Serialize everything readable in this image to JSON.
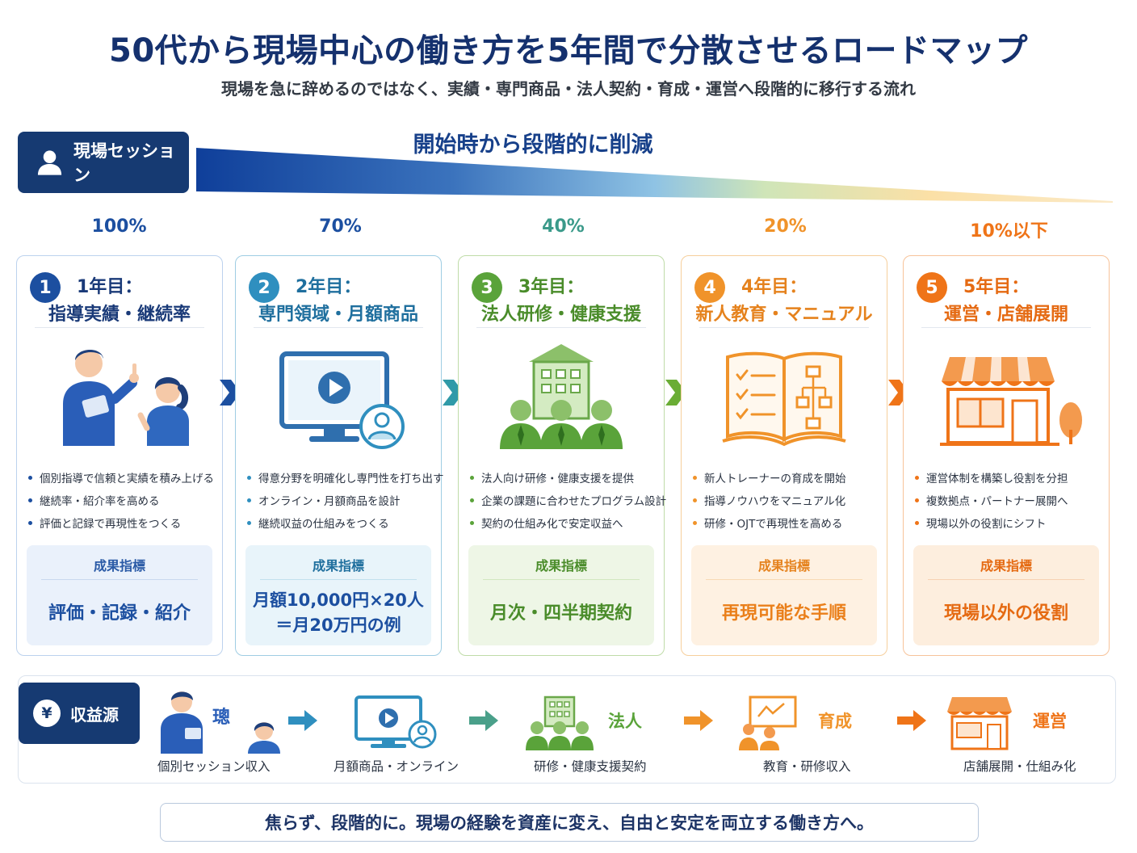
{
  "header": {
    "title": "50代から現場中心の働き方を5年間で分散させるロードマップ",
    "subtitle": "現場を急に辞めるのではなく、実績・専門商品・法人契約・育成・運営へ段階的に移行する流れ"
  },
  "session": {
    "label": "現場セッション",
    "reduction_label": "開始時から段階的に削減"
  },
  "colors": {
    "navy": "#163a72",
    "blue": "#1c4fa0",
    "teal": "#2f8fbf",
    "green": "#5aa33a",
    "orange": "#f0932a",
    "deep_orange": "#ef7418"
  },
  "stages": [
    {
      "percent": "100%",
      "number": "1",
      "year": "1年目：",
      "theme": "指導実績・継続率",
      "icon": "trainer-client-icon",
      "bullets": [
        "個別指導で信頼と実績を積み上げる",
        "継続率・紹介率を高める",
        "評価と記録で再現性をつくる"
      ],
      "kpi_label": "成果指標",
      "kpi_value": "評価・記録・紹介"
    },
    {
      "percent": "70%",
      "number": "2",
      "year": "2年目：",
      "theme": "専門領域・月額商品",
      "icon": "online-video-icon",
      "bullets": [
        "得意分野を明確化し専門性を打ち出す",
        "オンライン・月額商品を設計",
        "継続収益の仕組みをつくる"
      ],
      "kpi_label": "成果指標",
      "kpi_value": "月額10,000円×20人\n＝月20万円の例"
    },
    {
      "percent": "40%",
      "number": "3",
      "year": "3年目：",
      "theme": "法人研修・健康支援",
      "icon": "corporate-building-icon",
      "bullets": [
        "法人向け研修・健康支援を提供",
        "企業の課題に合わせたプログラム設計",
        "契約の仕組み化で安定収益へ"
      ],
      "kpi_label": "成果指標",
      "kpi_value": "月次・四半期契約"
    },
    {
      "percent": "20%",
      "number": "4",
      "year": "4年目：",
      "theme": "新人教育・マニュアル",
      "icon": "manual-book-icon",
      "bullets": [
        "新人トレーナーの育成を開始",
        "指導ノウハウをマニュアル化",
        "研修・OJTで再現性を高める"
      ],
      "kpi_label": "成果指標",
      "kpi_value": "再現可能な手順"
    },
    {
      "percent": "10%以下",
      "number": "5",
      "year": "5年目：",
      "theme": "運営・店舗展開",
      "icon": "storefront-icon",
      "bullets": [
        "運営体制を構築し役割を分担",
        "複数拠点・パートナー展開へ",
        "現場以外の役割にシフト"
      ],
      "kpi_label": "成果指標",
      "kpi_value": "現場以外の役割"
    }
  ],
  "revenue": {
    "label": "収益源",
    "currency_symbol": "¥",
    "items": [
      {
        "caption": "個別セッション収入",
        "tag": ""
      },
      {
        "caption": "月額商品・オンライン",
        "tag": ""
      },
      {
        "caption": "研修・健康支援契約",
        "tag": "法人"
      },
      {
        "caption": "教育・研修収入",
        "tag": "育成"
      },
      {
        "caption": "店舗展開・仕組み化",
        "tag": "運営"
      }
    ]
  },
  "footer": {
    "message": "焦らず、段階的に。現場の経験を資産に変え、自由と安定を両立する働き方へ。"
  }
}
